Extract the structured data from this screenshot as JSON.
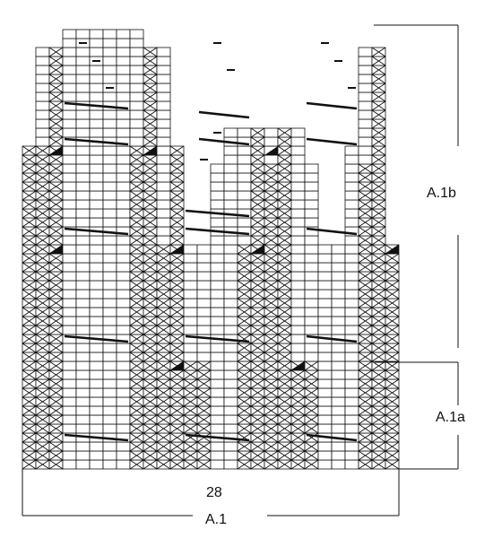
{
  "chart": {
    "width_label": "28",
    "chart_label": "A.1",
    "section_labels": [
      "A.1b",
      "A.1a"
    ]
  },
  "colors": {
    "line": "#111111",
    "background": "#ffffff"
  },
  "symbols": [
    "cross-stitch-icon",
    "purl-dash-icon",
    "cable-slash-icon",
    "triangle-decrease-icon"
  ]
}
